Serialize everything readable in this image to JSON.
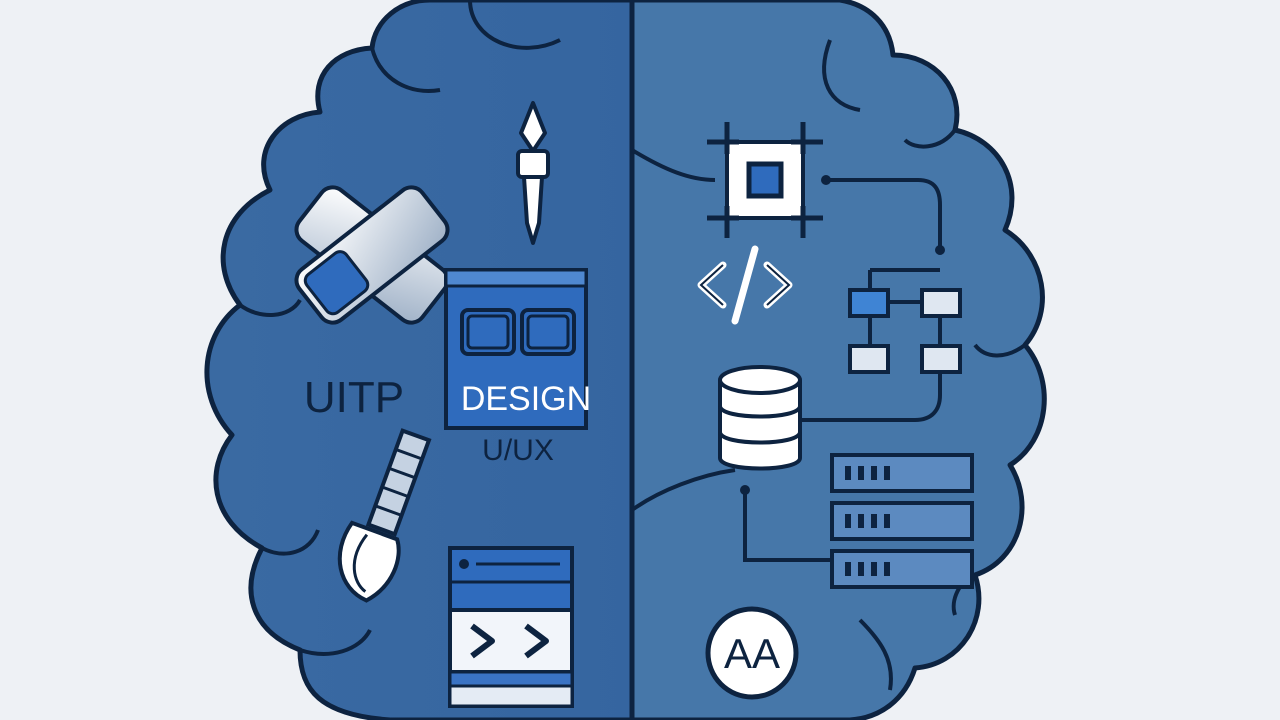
{
  "labels": {
    "uitp": "UITP",
    "design": "DESIGN",
    "uiux": "U/UX",
    "code_tag": "</>",
    "font_sample": "AA"
  },
  "colors": {
    "background": "#eef1f5",
    "left_hemisphere": "#3c6da5",
    "right_hemisphere": "#4677a9",
    "outline": "#0d2340",
    "accent_blue": "#2f6bbd",
    "icon_fill": "#e9eef5",
    "panel_fill": "#dfe7f1"
  },
  "icons": [
    "pen-tool-icon",
    "bandage-icon",
    "browser-window-icon",
    "paintbrush-icon",
    "terminal-window-icon",
    "selection-frame-icon",
    "code-tag-icon",
    "flowchart-icon",
    "database-icon",
    "server-rack-icon",
    "font-icon"
  ]
}
